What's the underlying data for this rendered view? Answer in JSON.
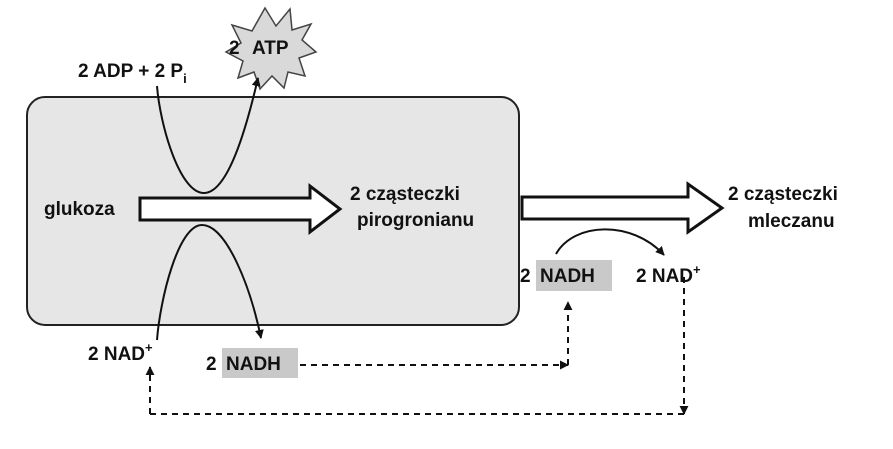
{
  "colors": {
    "box_fill": "#e6e6e6",
    "box_stroke": "#222222",
    "highlight": "#c9c9c9",
    "star_fill": "#d9d9d9",
    "line": "#111111"
  },
  "labels": {
    "adp": "2 ADP + 2 P",
    "adp_sub": "i",
    "atp_prefix": "2",
    "atp": "ATP",
    "glukoza": "glukoza",
    "pyruvate_line1": "2 cząsteczki",
    "pyruvate_line2": "pirogronianu",
    "lactate_line1": "2 cząsteczki",
    "lactate_line2": "mleczanu",
    "nad_left": "2 NAD",
    "nad_left_sup": "+",
    "nadh_left_num": "2",
    "nadh_left": "NADH",
    "nadh_right_num": "2",
    "nadh_right": "NADH",
    "nad_right": "2 NAD",
    "nad_right_sup": "+"
  }
}
